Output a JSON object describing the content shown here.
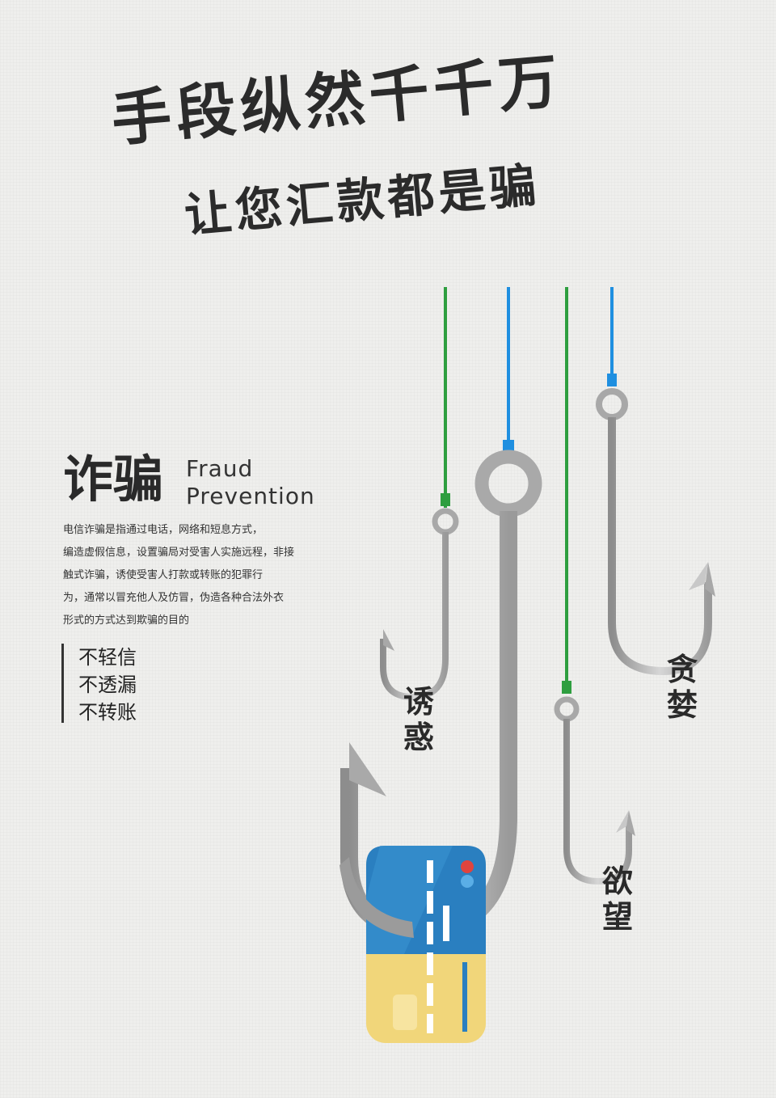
{
  "headline": {
    "line1": "手段纵然千千万",
    "line2": "让您汇款都是骗"
  },
  "section": {
    "title_cn": "诈骗",
    "title_en_line1": "Fraud",
    "title_en_line2": "Prevention"
  },
  "description": [
    "电信诈骗是指通过电话，网络和短息方式，",
    "编造虚假信息，设置骗局对受害人实施远程，非接",
    "触式诈骗，诱使受害人打款或转账的犯罪行",
    "为，通常以冒充他人及仿冒，伪造各种合法外衣",
    "形式的方式达到欺骗的目的"
  ],
  "slogans": [
    "不轻信",
    "不透漏",
    "不转账"
  ],
  "hook_labels": {
    "temptation": [
      "诱",
      "惑"
    ],
    "greed": [
      "贪",
      "婪"
    ],
    "desire": [
      "欲",
      "望"
    ]
  },
  "colors": {
    "line_green": "#2e9e3f",
    "line_blue": "#1f8fe0",
    "hook_gray": "#b8b8b8",
    "card_blue": "#2a7fc0",
    "card_yellow": "#f1d67a"
  }
}
